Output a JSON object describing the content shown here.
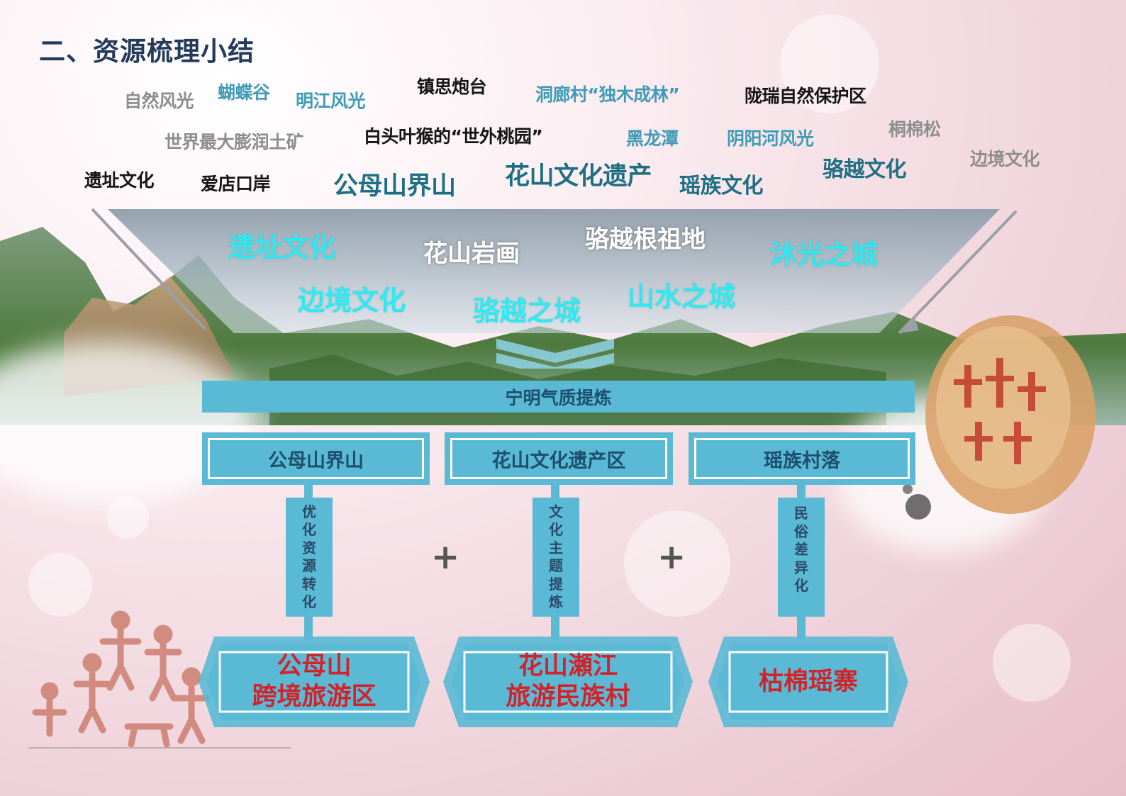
{
  "title": "二、资源梳理小结",
  "keywords": [
    {
      "text": "自然风光",
      "style": "gray"
    },
    {
      "text": "蝴蝶谷",
      "style": "teal"
    },
    {
      "text": "明江风光",
      "style": "teal"
    },
    {
      "text": "镇思炮台",
      "style": "black"
    },
    {
      "text": "洞廊村“独木成林”",
      "style": "teal"
    },
    {
      "text": "陇瑞自然保护区",
      "style": "black"
    },
    {
      "text": "世界最大膨润土矿",
      "style": "gray"
    },
    {
      "text": "白头叶猴的“世外桃园”",
      "style": "black"
    },
    {
      "text": "黑龙潭",
      "style": "teal"
    },
    {
      "text": "阴阳河风光",
      "style": "teal"
    },
    {
      "text": "桐棉松",
      "style": "gray"
    },
    {
      "text": "边境文化",
      "style": "gray"
    },
    {
      "text": "遗址文化",
      "style": "black"
    },
    {
      "text": "爱店口岸",
      "style": "black"
    },
    {
      "text": "公母山界山",
      "style": "dteal"
    },
    {
      "text": "花山文化遗产",
      "style": "dteal"
    },
    {
      "text": "瑶族文化",
      "style": "dteal"
    },
    {
      "text": "骆越文化",
      "style": "dteal"
    }
  ],
  "funnel_words": [
    {
      "text": "遗址文化",
      "color": "cyan"
    },
    {
      "text": "花山岩画",
      "color": "white"
    },
    {
      "text": "骆越根祖地",
      "color": "white"
    },
    {
      "text": "沐光之城",
      "color": "cyan"
    },
    {
      "text": "边境文化",
      "color": "cyan"
    },
    {
      "text": "骆越之城",
      "color": "cyan"
    },
    {
      "text": "山水之城",
      "color": "cyan"
    }
  ],
  "refine_bar": "宁明气质提炼",
  "categories": [
    "公母山界山",
    "花山文化遗产区",
    "瑶族村落"
  ],
  "strategies": [
    [
      "优",
      "化",
      "资",
      "源",
      "转",
      "化"
    ],
    [
      "文",
      "化",
      "主",
      "题",
      "提",
      "炼"
    ],
    [
      "民",
      "俗",
      "差",
      "异",
      "化"
    ]
  ],
  "plus_sign": "+",
  "outputs": [
    {
      "line1": "公母山",
      "line2": "跨境旅游区"
    },
    {
      "line1": "花山瀬江",
      "line2": "旅游民族村"
    },
    {
      "line1": "枯棉瑶寨",
      "line2": ""
    }
  ],
  "colors": {
    "box": "#5ab9d4",
    "cyan_text": "#2ee9f1",
    "output_text": "#d3232a",
    "title": "#243a5a"
  }
}
